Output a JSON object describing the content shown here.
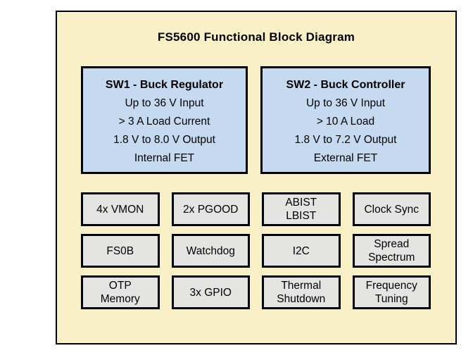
{
  "title": "FS5600 Functional Block Diagram",
  "colors": {
    "diagram_background": "#faf0c8",
    "feature_box_fill": "#c5d9f0",
    "function_box_fill": "#e4e4e2",
    "border": "#000000",
    "page_background": "#ffffff"
  },
  "feature_blocks": [
    {
      "heading": "SW1 - Buck Regulator",
      "lines": [
        "Up to 36 V Input",
        "> 3 A Load Current",
        "1.8 V to 8.0 V Output",
        "Internal FET"
      ]
    },
    {
      "heading": "SW2 - Buck Controller",
      "lines": [
        "Up to 36 V Input",
        "> 10 A Load",
        "1.8 V to 7.2 V Output",
        "External FET"
      ]
    }
  ],
  "function_blocks": [
    {
      "label": "4x VMON"
    },
    {
      "label": "2x PGOOD"
    },
    {
      "label": "ABIST\nLBIST"
    },
    {
      "label": "Clock Sync"
    },
    {
      "label": "FS0B"
    },
    {
      "label": "Watchdog"
    },
    {
      "label": "I2C"
    },
    {
      "label": "Spread\nSpectrum"
    },
    {
      "label": "OTP\nMemory"
    },
    {
      "label": "3x GPIO"
    },
    {
      "label": "Thermal\nShutdown"
    },
    {
      "label": "Frequency\nTuning"
    }
  ]
}
